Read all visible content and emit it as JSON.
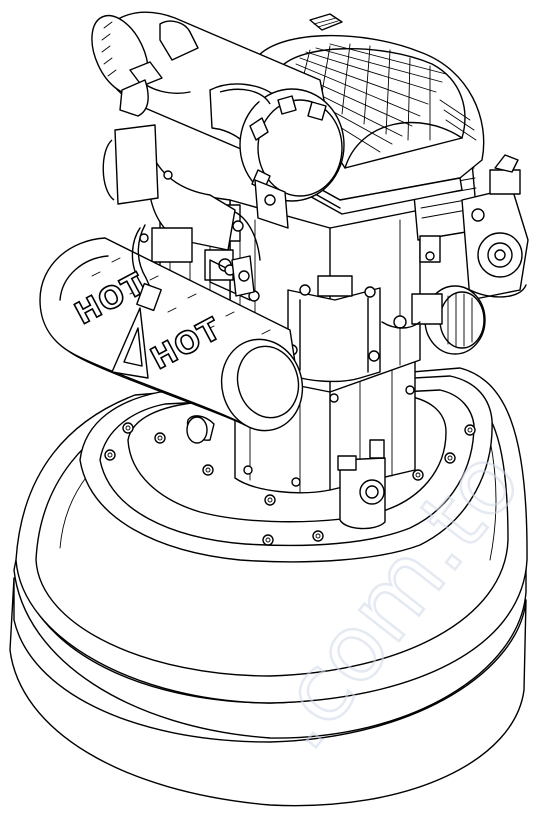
{
  "labels": {
    "hot_muffler": "HOT",
    "hot_heatshield": "HOT"
  },
  "watermark": {
    "text": ".com.to",
    "color": "#cfd8e8"
  },
  "colors": {
    "line": "#000000",
    "background": "#ffffff"
  }
}
